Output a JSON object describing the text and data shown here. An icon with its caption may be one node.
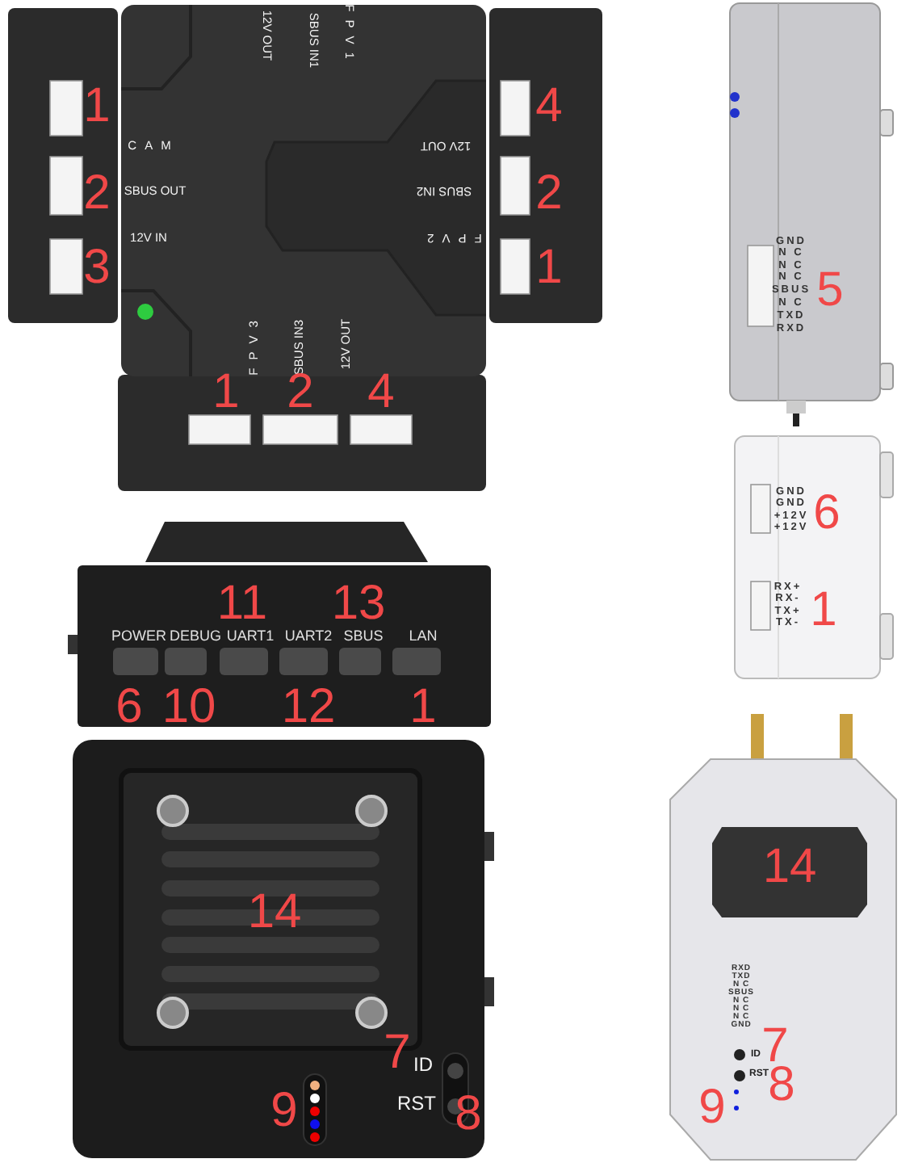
{
  "diagram": {
    "labels": [
      "12V OUT",
      "SBUS IN1",
      "FPV1",
      "1",
      "CAM",
      "2",
      "SBUS OUT",
      "3",
      "12V IN",
      "12V OUT",
      "4",
      "SBUS IN2",
      "2",
      "FPV2",
      "1",
      "FPV3",
      "SBUS IN3",
      "12V OUT",
      "1",
      "2",
      "4",
      "GND",
      "N C",
      "N C",
      "N C",
      "SBUS",
      "N C",
      "TXD",
      "RXD",
      "5",
      "GND",
      "GND",
      "+12V",
      "+12V",
      "6",
      "11",
      "13",
      "RX+",
      "RX-",
      "TX+",
      "TX-",
      "1",
      "POWER",
      "DEBUG",
      "UART1",
      "UART2",
      "SBUS",
      "LAN",
      "6",
      "10",
      "12",
      "1",
      "14",
      "7",
      "ID",
      "9",
      "RST",
      "8",
      "RXD",
      "TXD",
      "N C",
      "SBUS",
      "N C",
      "N C",
      "N C",
      "GND",
      "14",
      "7",
      "ID",
      "RST",
      "8",
      "9"
    ]
  }
}
